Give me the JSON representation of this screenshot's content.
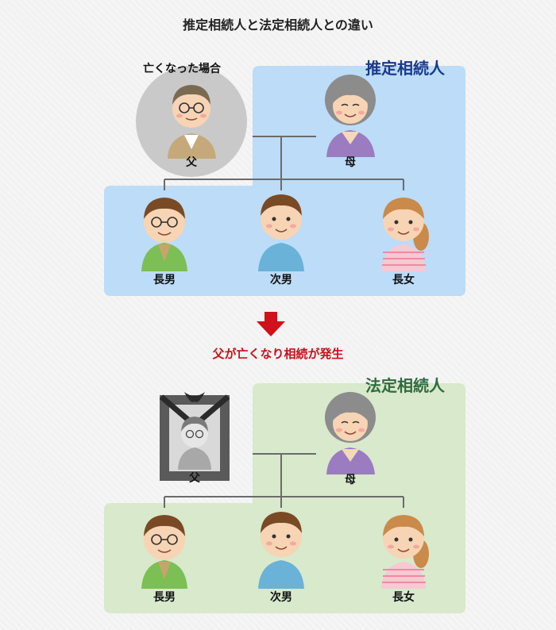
{
  "title": "推定相続人と法定相続人との違い",
  "top": {
    "caption": "亡くなった場合",
    "panel_label": "推定相続人",
    "father": "父",
    "mother": "母",
    "son1": "長男",
    "son2": "次男",
    "daughter": "長女"
  },
  "transition": {
    "text": "父が亡くなり相続が発生"
  },
  "bottom": {
    "panel_label": "法定相続人",
    "father": "父",
    "mother": "母",
    "son1": "長男",
    "son2": "次男",
    "daughter": "長女"
  },
  "colors": {
    "top_panel": "#bcdcf8",
    "top_label": "#1a3a8a",
    "bottom_panel": "#d8e9cc",
    "bottom_label": "#2e6b3e",
    "arrow": "#d0101a",
    "transition_text": "#c8101a",
    "line": "#6b6b6b"
  },
  "icons": [
    "portrait-frame-icon",
    "down-arrow-icon"
  ]
}
